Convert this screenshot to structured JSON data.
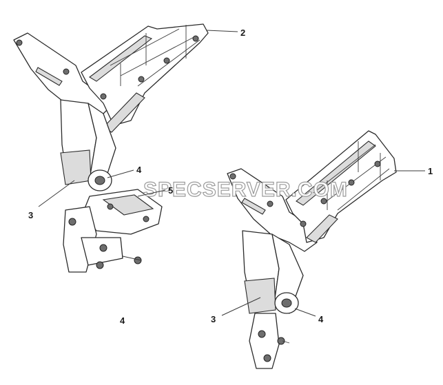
{
  "callouts": {
    "c1": "1",
    "c2": "2",
    "c3_left": "3",
    "c3_right": "3",
    "c4_left": "4",
    "c4_right": "4",
    "c4_bottom": "4",
    "c5": "5"
  },
  "watermark": {
    "text": "SPECSERVER.COM"
  },
  "colors": {
    "line": "#2a2a2a",
    "shade": "#dcdcdc",
    "watermark_stroke": "#9a9a9a"
  }
}
